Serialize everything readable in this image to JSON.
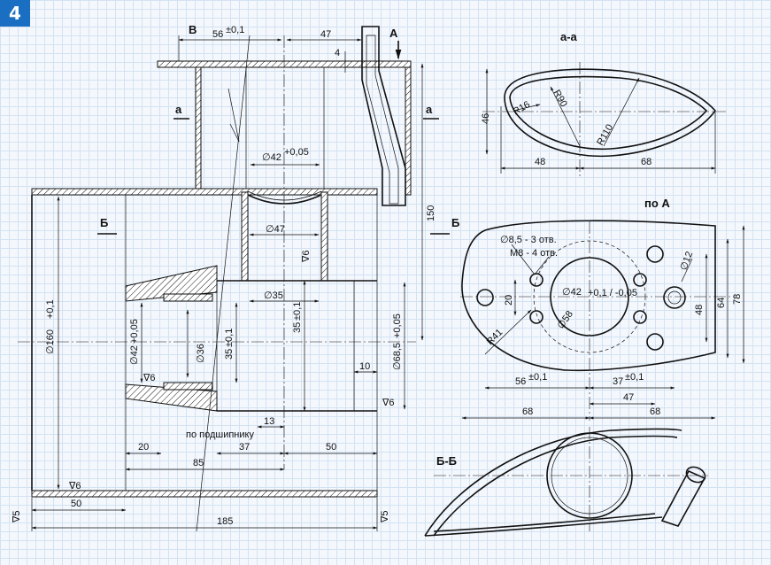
{
  "figure_number": "4",
  "views": {
    "section_a": "а-а",
    "view_A": "по А",
    "section_B": "Б-Б"
  },
  "markers": {
    "B_top": "В",
    "A_arrow": "А",
    "a_left": "а",
    "a_right": "а",
    "b_left": "Б",
    "b_right": "Б"
  },
  "dims_main": {
    "d56": "56",
    "d56_tol": "±0,1",
    "d47": "47",
    "d4": "4",
    "d42": "∅42",
    "d42_tol": "+0,05",
    "d47_bore": "∅47",
    "d35": "∅35",
    "d150": "150",
    "d160": "∅160",
    "d160_tol": "+0,1",
    "d42_left": "∅42",
    "d42_left_tol": "+0,05",
    "d36": "∅36",
    "d35_tol_a": "35",
    "d35_tol_a_tol": "±0,1",
    "d35_tol_b": "35",
    "d35_tol_b_tol": "±0,1",
    "d68_5": "∅68,5",
    "d68_5_tol": "+0,05",
    "d10": "10",
    "d13": "13",
    "d20": "20",
    "d37": "37",
    "d50_mid": "50",
    "d85": "85",
    "d50_bot": "50",
    "d185": "185",
    "bearing_note": "по подшипнику",
    "rough_v6_a": "∇6",
    "rough_v6_b": "∇6",
    "rough_v6_c": "∇6",
    "rough_v6_d": "∇6",
    "rough_v5_left": "∇5",
    "rough_v5_right": "∇5"
  },
  "dims_section_a": {
    "d46": "46",
    "r16": "R16",
    "r90": "R90",
    "r110": "R110",
    "d48": "48",
    "d68": "68"
  },
  "dims_view_A": {
    "holes_85": "∅8,5 - 3 отв.",
    "holes_m8": "M8 - 4 отв.",
    "d20": "20",
    "d42": "∅42",
    "d42_tol": "+0,1 / -0,05",
    "d58": "∅58",
    "d12": "∅12",
    "d48": "48",
    "d64": "64",
    "d78": "78",
    "r41": "R41",
    "d56": "56",
    "d56_tol": "±0,1",
    "d37": "37",
    "d37_tol": "±0,1",
    "d47": "47",
    "d68_left": "68",
    "d68_right": "68"
  }
}
